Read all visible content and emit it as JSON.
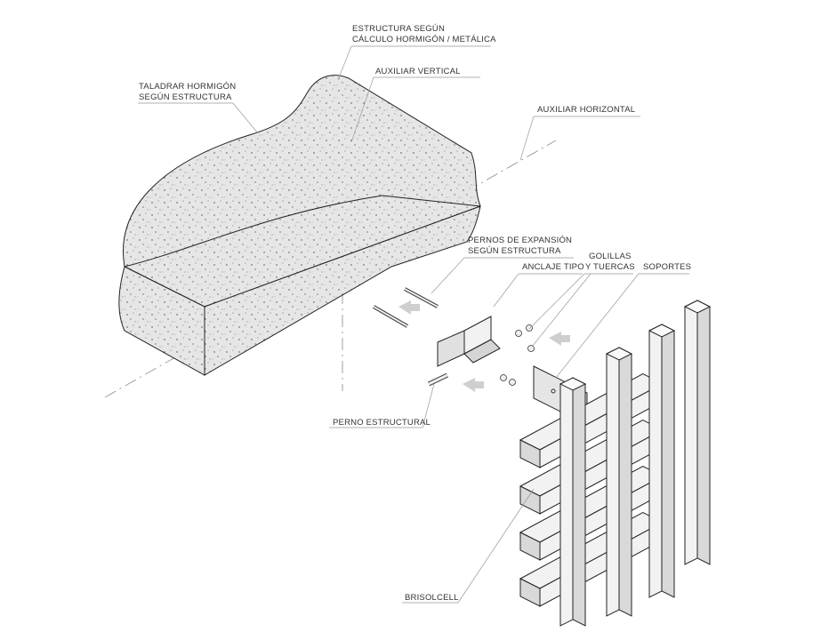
{
  "labels": {
    "estructura_line1": "ESTRUCTURA SEGÚN",
    "estructura_line2": "CÁLCULO HORMIGÓN / METÁLICA",
    "auxiliar_vertical": "AUXILIAR VERTICAL",
    "taladrar_line1": "TALADRAR HORMIGÓN",
    "taladrar_line2": "SEGÚN ESTRUCTURA",
    "auxiliar_horizontal": "AUXILIAR HORIZONTAL",
    "pernos_line1": "PERNOS DE EXPANSIÓN",
    "pernos_line2": "SEGÚN ESTRUCTURA",
    "anclaje": "ANCLAJE TIPO",
    "golillas_line1": "GOLILLAS",
    "golillas_line2": "Y TUERCAS",
    "soportes": "SOPORTES",
    "perno_estructural": "PERNO ESTRUCTURAL",
    "brisolcell": "BRISOLCELL"
  },
  "colors": {
    "concrete": "#e6e6e6",
    "concrete_side": "#dcdcdc",
    "metal": "#f2f2f2",
    "metal_shade": "#d9d9d9",
    "arrow": "#cfcfcf"
  }
}
